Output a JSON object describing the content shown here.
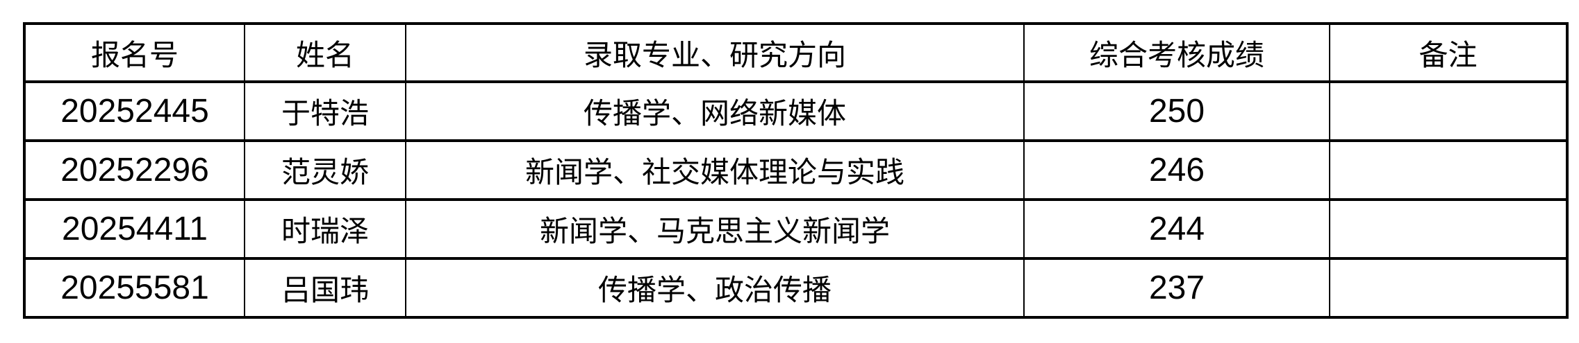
{
  "table": {
    "headers": [
      "报名号",
      "姓名",
      "录取专业、研究方向",
      "综合考核成绩",
      "备注"
    ],
    "rows": [
      {
        "id": "20252445",
        "name": "于特浩",
        "major": "传播学、网络新媒体",
        "score": "250",
        "note": ""
      },
      {
        "id": "20252296",
        "name": "范灵娇",
        "major": "新闻学、社交媒体理论与实践",
        "score": "246",
        "note": ""
      },
      {
        "id": "20254411",
        "name": "时瑞泽",
        "major": "新闻学、马克思主义新闻学",
        "score": "244",
        "note": ""
      },
      {
        "id": "20255581",
        "name": "吕国玮",
        "major": "传播学、政治传播",
        "score": "237",
        "note": ""
      }
    ]
  }
}
